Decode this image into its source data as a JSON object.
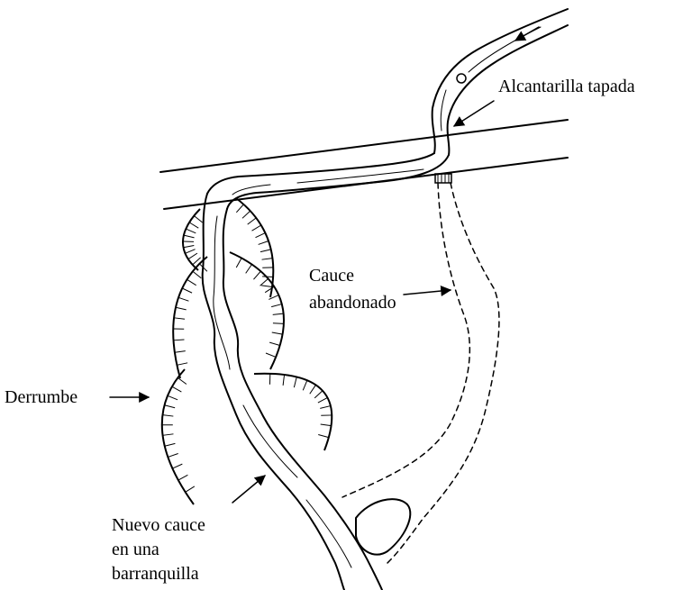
{
  "labels": {
    "culvert": "Alcantarilla tapada",
    "old_channel_line1": "Cauce",
    "old_channel_line2": "abandonado",
    "landslide": "Derrumbe",
    "new_channel_line1": "Nuevo cauce",
    "new_channel_line2": "en una",
    "new_channel_line3": "barranquilla"
  },
  "colors": {
    "ink": "#000000",
    "background": "#ffffff"
  }
}
